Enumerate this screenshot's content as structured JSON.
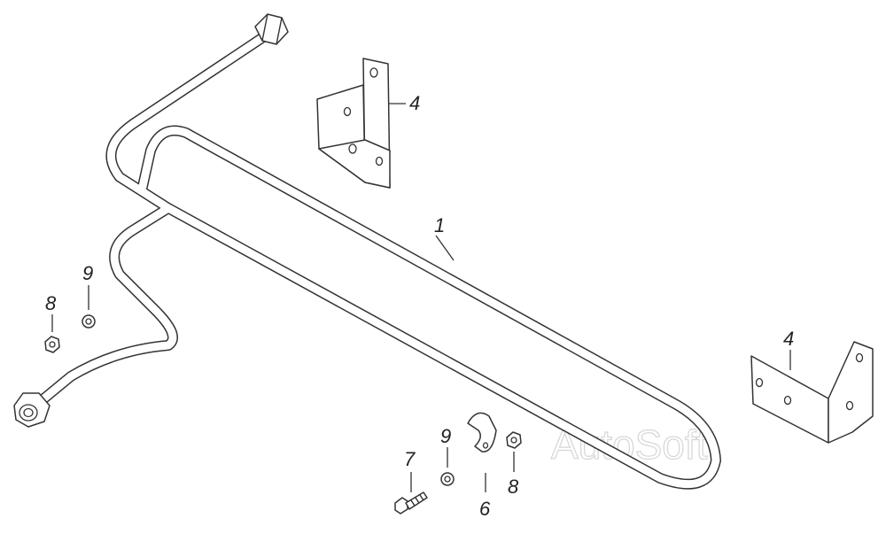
{
  "parts": {
    "tube": "1",
    "bracket_upper": "4",
    "bracket_right": "4",
    "clamp": "6",
    "bolt": "7",
    "nut_left": "8",
    "washer_left": "9",
    "washer_lower": "9",
    "nut_lower": "8"
  },
  "watermark": "AutoSoft",
  "colors": {
    "line": "#333333",
    "background": "#ffffff",
    "watermark": "#d6d6d6"
  }
}
